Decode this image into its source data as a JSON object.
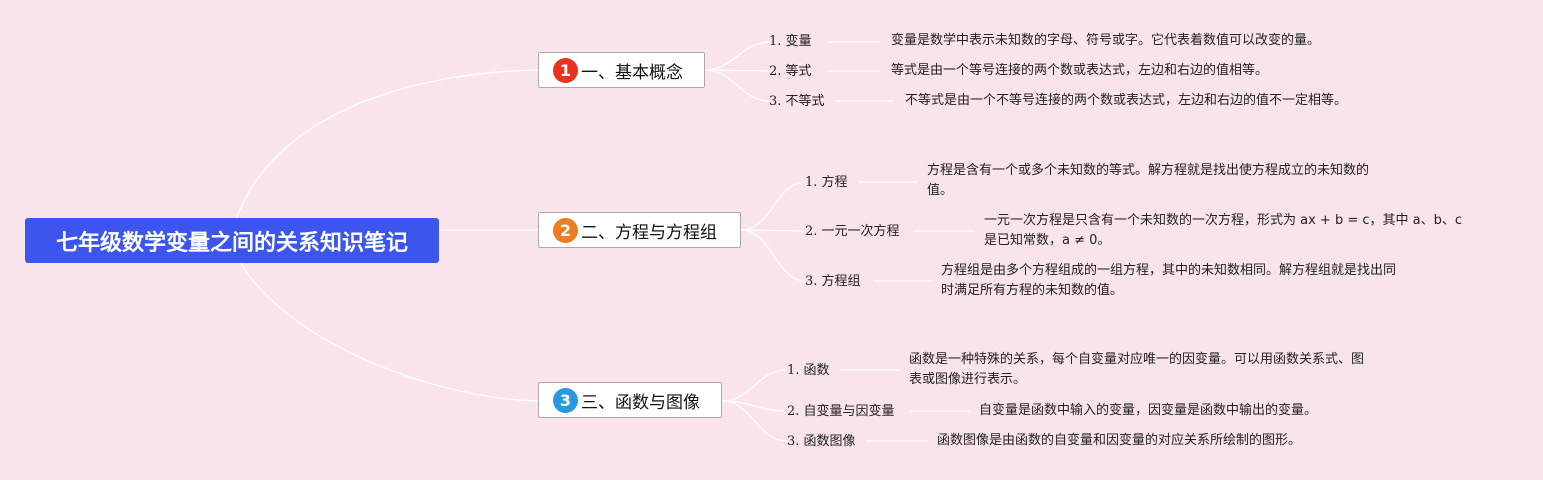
{
  "title": "七年级数学变量之间的关系知识笔记",
  "colors": {
    "background": "#f9e4eb",
    "root_fill": "#3b55ee",
    "badge_1": "#e8341c",
    "badge_2": "#ec7d22",
    "badge_3": "#2899e0",
    "connector": "#ffffff"
  },
  "branches": [
    {
      "badge": "1",
      "label": "一、基本概念",
      "items": [
        {
          "label": "1. 变量",
          "lines": [
            "变量是数学中表示未知数的字母、符号或字。它代表着数值可以改变的量。"
          ]
        },
        {
          "label": "2. 等式",
          "lines": [
            "等式是由一个等号连接的两个数或表达式，左边和右边的值相等。"
          ]
        },
        {
          "label": "3. 不等式",
          "lines": [
            "不等式是由一个不等号连接的两个数或表达式，左边和右边的值不一定相等。"
          ]
        }
      ]
    },
    {
      "badge": "2",
      "label": "二、方程与方程组",
      "items": [
        {
          "label": "1. 方程",
          "lines": [
            "方程是含有一个或多个未知数的等式。解方程就是找出使方程成立的未知数的",
            "值。"
          ]
        },
        {
          "label": "2. 一元一次方程",
          "lines": [
            "一元一次方程是只含有一个未知数的一次方程，形式为 ax + b = c，其中 a、b、c",
            "是已知常数，a ≠ 0。"
          ]
        },
        {
          "label": "3. 方程组",
          "lines": [
            "方程组是由多个方程组成的一组方程，其中的未知数相同。解方程组就是找出同",
            "时满足所有方程的未知数的值。"
          ]
        }
      ]
    },
    {
      "badge": "3",
      "label": "三、函数与图像",
      "items": [
        {
          "label": "1. 函数",
          "lines": [
            "函数是一种特殊的关系，每个自变量对应唯一的因变量。可以用函数关系式、图",
            "表或图像进行表示。"
          ]
        },
        {
          "label": "2. 自变量与因变量",
          "lines": [
            "自变量是函数中输入的变量，因变量是函数中输出的变量。"
          ]
        },
        {
          "label": "3. 函数图像",
          "lines": [
            "函数图像是由函数的自变量和因变量的对应关系所绘制的图形。"
          ]
        }
      ]
    }
  ]
}
